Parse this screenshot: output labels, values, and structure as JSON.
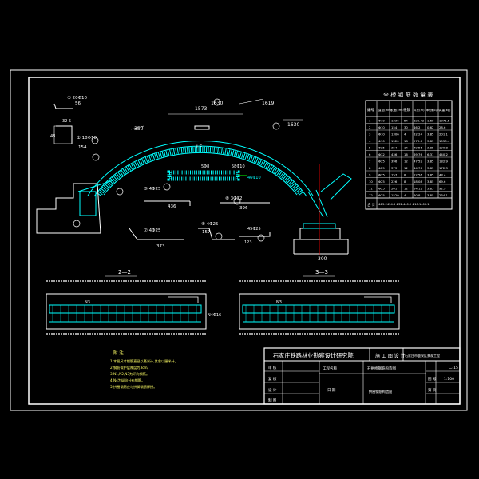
{
  "colors": {
    "background": "#000000",
    "frame": "#ffffff",
    "rebar": "#00ffff",
    "text": "#ffffff",
    "accent": "#00ff00",
    "annotation": "#ffff00",
    "centerline": "#ff0000"
  },
  "arch": {
    "top_label": "LE",
    "dims": [
      "1630",
      "1573",
      "1619",
      "1630",
      "350"
    ],
    "width_label": "300"
  },
  "bar_details": [
    {
      "mark": "① 20Φ10",
      "len": "56"
    },
    {
      "mark": "② 18Φ10",
      "len": "154"
    },
    {
      "mark": "⑤ 4Φ25",
      "len": "436"
    },
    {
      "mark": "⑥ 3Φ32",
      "len": "396"
    },
    {
      "mark": "⑦ 4Φ25",
      "len": "373"
    },
    {
      "mark": "⑧ 4Φ25",
      "len": "157"
    }
  ],
  "sections": {
    "left_title": "2—2",
    "right_title": "3—3"
  },
  "table": {
    "title": "全 桥 钢 筋 数 量 表",
    "headers": [
      "编号",
      "直径(mm)",
      "长度(cm)",
      "根数",
      "共长(m)",
      "单位重(kg/m)",
      "共重(kg)"
    ],
    "rows": [
      [
        "1",
        "Φ10",
        "1336",
        "54",
        "825.42",
        "1.69",
        "1371.5"
      ],
      [
        "2",
        "Φ10",
        "154",
        "30",
        "46.2",
        "0.62",
        "28.6"
      ],
      [
        "3",
        "Φ10",
        "1306",
        "4",
        "52.24",
        "3.85",
        "201.1"
      ],
      [
        "4",
        "Φ10",
        "1520",
        "18",
        "273.6",
        "3.85",
        "1053.4"
      ],
      [
        "5",
        "Φ25",
        "354",
        "14",
        "49.56",
        "3.85",
        "190.8"
      ],
      [
        "6",
        "Φ32",
        "436",
        "16",
        "69.76",
        "6.31",
        "440.2"
      ],
      [
        "7",
        "Φ25",
        "396",
        "12",
        "47.52",
        "3.85",
        "182.9"
      ],
      [
        "8",
        "Φ25",
        "373",
        "12",
        "44.76",
        "3.85",
        "172.3"
      ],
      [
        "9",
        "Φ25",
        "157",
        "8",
        "12.56",
        "3.85",
        "48.4"
      ],
      [
        "10",
        "Φ25",
        "226",
        "8",
        "18.08",
        "3.85",
        "69.6"
      ],
      [
        "11",
        "Φ25",
        "201",
        "12",
        "24.12",
        "3.85",
        "92.9"
      ],
      [
        "12",
        "Φ25",
        "1520",
        "4",
        "60.8",
        "3.85",
        "234.1"
      ]
    ],
    "total_label": "合 计",
    "total_note": "Φ25:2434.3  Φ32:440.2  Φ10:1400.1"
  },
  "notes": {
    "title": "附 注",
    "lines": [
      "1.本图尺寸钢筋直径以毫米计,其余以厘米计。",
      "2.钢筋保护层厚度为3cm。",
      "3.N1,N2,N3为环向钢筋。",
      "4.N4为纵向分布钢筋。",
      "5.拱圈钢筋应与拱脚钢筋焊接。"
    ]
  },
  "title_block": {
    "institute": "石家庄铁路林业勘察设计研究院",
    "stage": "施 工 图 设 计",
    "project": "石家庄市鹿泉区景观工程",
    "role_labels": [
      "审 核",
      "复 核",
      "设 计",
      "制 图"
    ],
    "label_project": "工程名称",
    "label_drawing": "石拱桥钢筋构造图",
    "label_scale": "比 例",
    "scale_value": "1:100",
    "drawing_no_label": "图 号",
    "drawing_no": "二-15",
    "date_label": "日 期",
    "sheet_label": "第 页",
    "subject": "拱圈钢筋构造图"
  }
}
